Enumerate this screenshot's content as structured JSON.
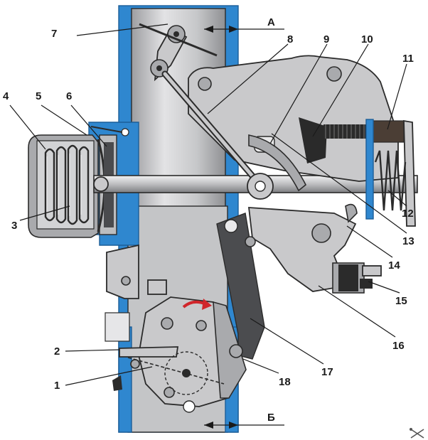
{
  "diagram": {
    "section_labels": {
      "top": "А",
      "bottom": "Б"
    },
    "callouts": [
      "1",
      "2",
      "3",
      "4",
      "5",
      "6",
      "7",
      "8",
      "9",
      "10",
      "11",
      "12",
      "13",
      "14",
      "15",
      "16",
      "17",
      "18"
    ],
    "colors": {
      "housing_blue": "#2f87cf",
      "metal_gray": "#c9c9cb",
      "arrow_red": "#d0262b",
      "line_dark": "#1a1a1a"
    }
  },
  "icons": {
    "corner_mark": "tools-icon"
  }
}
